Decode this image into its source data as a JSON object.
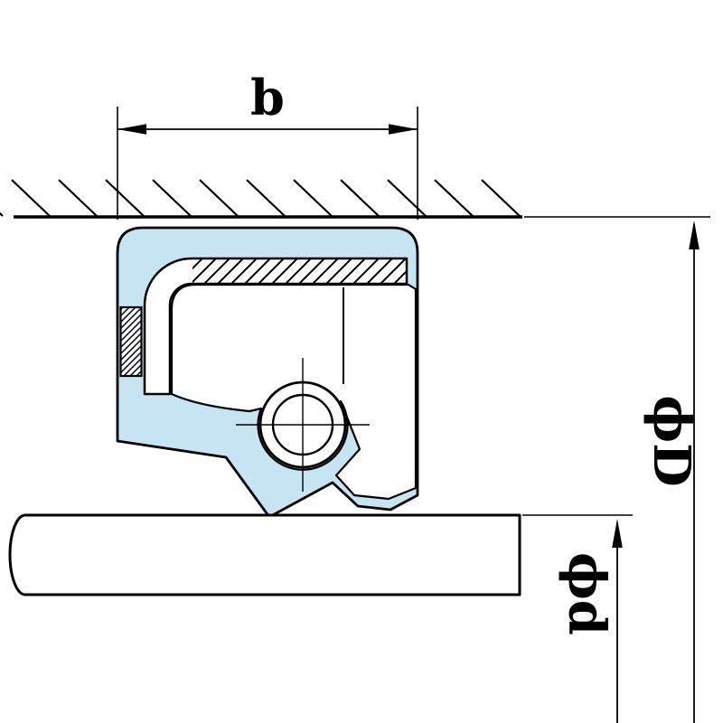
{
  "diagram": {
    "description": "Oil seal cross-section dimension drawing",
    "labels": {
      "width": "b",
      "outer_diameter": "ϕD",
      "inner_diameter": "ϕd"
    },
    "colors": {
      "rubber": "#c6e4f2",
      "outline": "#000000",
      "background": "#ffffff",
      "metal": "#ffffff"
    }
  }
}
